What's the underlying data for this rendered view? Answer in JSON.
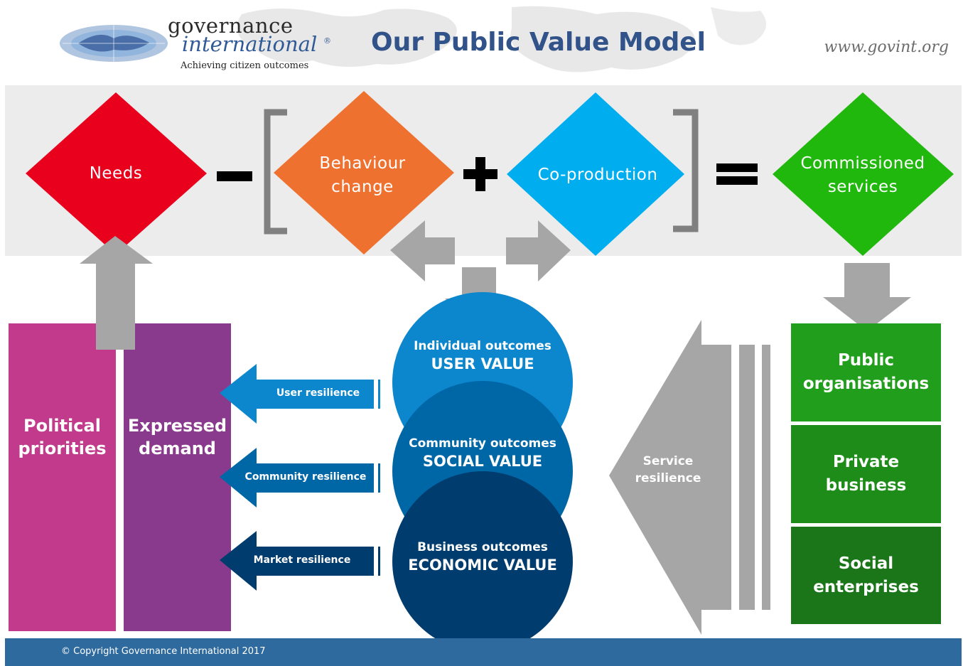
{
  "header": {
    "logo": {
      "line1": "governance",
      "line2": "international",
      "registered": "®",
      "tagline": "Achieving citizen outcomes"
    },
    "title": "Our Public Value Model",
    "url": "www.govint.org"
  },
  "equation": {
    "needs": "Needs",
    "behaviour_line1": "Behaviour",
    "behaviour_line2": "change",
    "coproduction": "Co-production",
    "commissioned_line1": "Commissioned",
    "commissioned_line2": "services"
  },
  "columns": {
    "political_line1": "Political",
    "political_line2": "priorities",
    "expressed_line1": "Expressed",
    "expressed_line2": "demand"
  },
  "resilience": {
    "user": "User resilience",
    "community": "Community resilience",
    "market": "Market resilience",
    "service_line1": "Service",
    "service_line2": "resilience"
  },
  "outcomes": {
    "individual": "Individual outcomes",
    "user_value": "USER VALUE",
    "community": "Community outcomes",
    "social_value": "SOCIAL VALUE",
    "business": "Business outcomes",
    "economic_value": "ECONOMIC VALUE"
  },
  "providers": {
    "public_line1": "Public",
    "public_line2": "organisations",
    "private_line1": "Private",
    "private_line2": "business",
    "social_line1": "Social",
    "social_line2": "enterprises"
  },
  "footer": {
    "copyright": "© Copyright Governance International 2017"
  },
  "colors": {
    "needs": "#e8001c",
    "behaviour": "#ee7130",
    "coproduction": "#00aeef",
    "commissioned": "#21b80d",
    "political": "#c13a8c",
    "expressed": "#8a3a8d",
    "user_value": "#0c86cc",
    "social_value": "#0067a7",
    "economic_value": "#003c6d",
    "public": "#219e1b",
    "private": "#1d8c19",
    "social": "#1b761a",
    "grey_arrow": "#a6a6a6",
    "title": "#32538a",
    "footer": "#2e6a9e"
  }
}
